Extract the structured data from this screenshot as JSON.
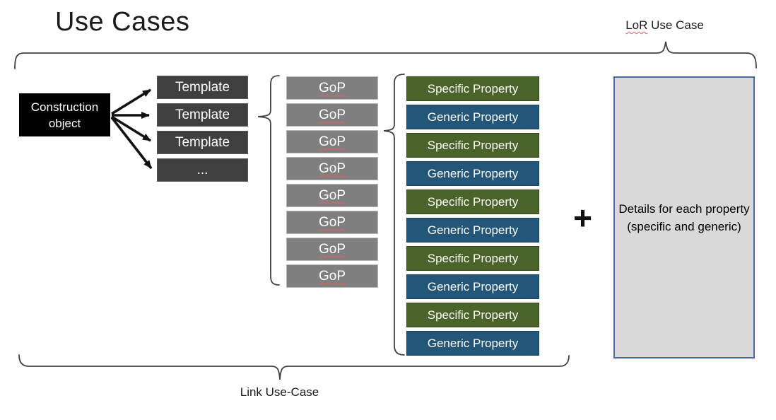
{
  "slide": {
    "title": "Use Cases",
    "lor_label": {
      "word": "LoR",
      "rest": " Use Case"
    },
    "link_label": "Link Use-Case",
    "plus_sign": "+",
    "construction_object_label": "Construction object",
    "templates": [
      "Template",
      "Template",
      "Template",
      "..."
    ],
    "gops": [
      "GoP",
      "GoP",
      "GoP",
      "GoP",
      "GoP",
      "GoP",
      "GoP",
      "GoP"
    ],
    "properties": [
      {
        "label": "Specific Property",
        "type": "specific"
      },
      {
        "label": "Generic Property",
        "type": "generic"
      },
      {
        "label": "Specific Property",
        "type": "specific"
      },
      {
        "label": "Generic Property",
        "type": "generic"
      },
      {
        "label": "Specific Property",
        "type": "specific"
      },
      {
        "label": "Generic Property",
        "type": "generic"
      },
      {
        "label": "Specific Property",
        "type": "specific"
      },
      {
        "label": "Generic Property",
        "type": "generic"
      },
      {
        "label": "Specific Property",
        "type": "specific"
      },
      {
        "label": "Generic Property",
        "type": "generic"
      }
    ],
    "details_label": "Details for each property (specific and generic)",
    "shapes": {
      "top_brace": "horizontal-curly-brace-up",
      "bottom_brace": "horizontal-curly-brace-down",
      "template_group_brace": "vertical-curly-brace-left",
      "property_group_brace": "vertical-curly-brace-left",
      "connector_arrows": "thick-black-right-arrows"
    },
    "colors": {
      "text_color": "#1a1a1a",
      "box_text": "#ffffff",
      "construction_fill": "#000000",
      "template_fill": "#3f3f3f",
      "template_border": "#5a5a5a",
      "gop_fill": "#7f7f7f",
      "gop_border": "#b7b7b7",
      "specific_fill": "#4a6328",
      "generic_fill": "#24567a",
      "details_fill": "#d9d9d9",
      "details_border": "#4b68a0",
      "brace_stroke": "#404040",
      "arrow_color": "#111111",
      "squiggle": "#e85f5f"
    }
  }
}
